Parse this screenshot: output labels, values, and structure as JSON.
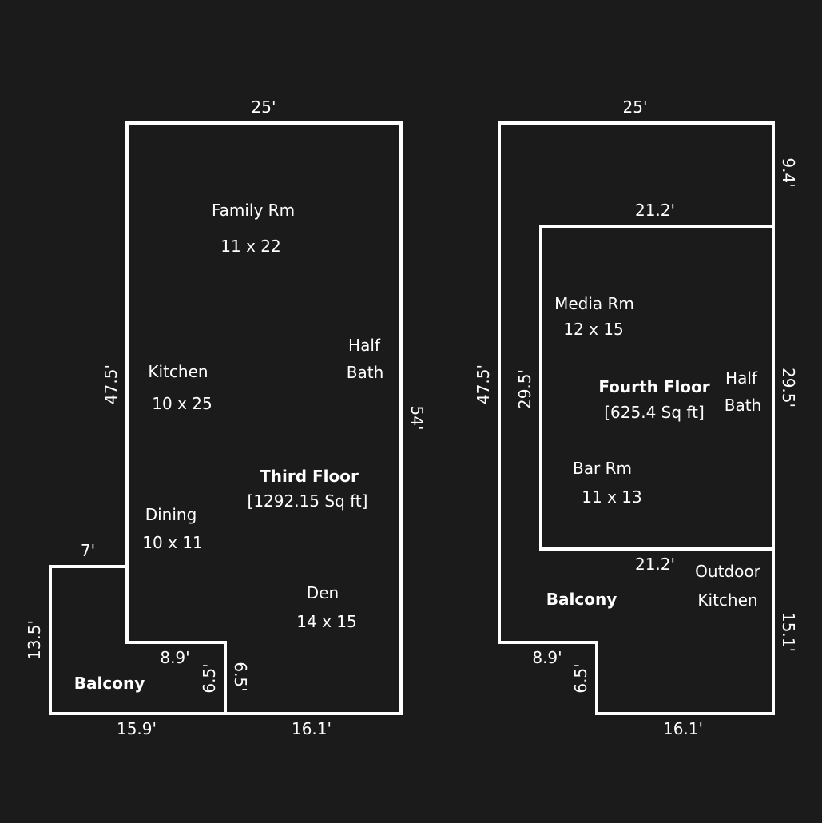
{
  "third_floor": {
    "title": "Third Floor",
    "area": "[1292.15 Sq ft]",
    "rooms": {
      "family_name": "Family Rm",
      "family_size": "11 x 22",
      "kitchen_name": "Kitchen",
      "kitchen_size": "10 x 25",
      "half_bath_l1": "Half",
      "half_bath_l2": "Bath",
      "dining_name": "Dining",
      "dining_size": "10 x 11",
      "den_name": "Den",
      "den_size": "14 x 15",
      "balcony_name": "Balcony"
    },
    "dims": {
      "top": "25'",
      "left": "47.5'",
      "right": "54'",
      "balcony_top": "7'",
      "balcony_left": "13.5'",
      "notch_top": "8.9'",
      "notch_in": "6.5'",
      "notch_out": "6.5'",
      "bottom_left": "15.9'",
      "bottom_right": "16.1'"
    }
  },
  "fourth_floor": {
    "title": "Fourth Floor",
    "area": "[625.4 Sq ft]",
    "rooms": {
      "media_name": "Media Rm",
      "media_size": "12 x 15",
      "half_bath_l1": "Half",
      "half_bath_l2": "Bath",
      "bar_name": "Bar Rm",
      "bar_size": "11 x 13",
      "outdoor_l1": "Outdoor",
      "outdoor_l2": "Kitchen",
      "balcony_name": "Balcony"
    },
    "dims": {
      "top": "25'",
      "right_top": "9.4'",
      "inner_top": "21.2'",
      "left": "47.5'",
      "inner_left": "29.5'",
      "right_mid": "29.5'",
      "inner_bottom": "21.2'",
      "right_bottom": "15.1'",
      "notch_top": "8.9'",
      "notch_side": "6.5'",
      "bottom": "16.1'"
    }
  }
}
